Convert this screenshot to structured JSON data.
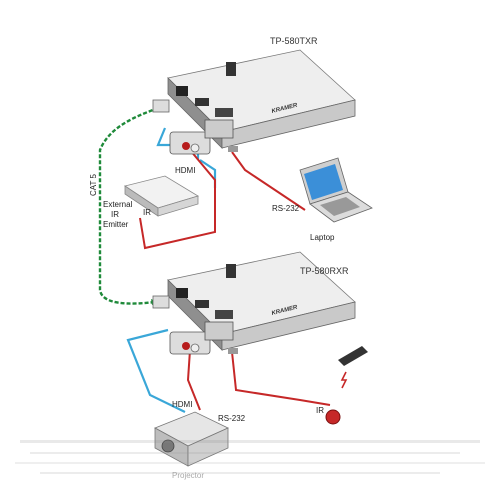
{
  "labels": {
    "tx_device": "TP-580TXR",
    "rx_device": "TP-580RXR",
    "cat5": "CAT 5",
    "hdmi_top": "HDMI",
    "hdmi_bottom": "HDMI",
    "ir_top": "IR",
    "ir_bottom": "IR",
    "rs232_top": "RS-232",
    "rs232_bottom": "RS-232",
    "laptop": "Laptop",
    "emitter_line1": "External",
    "emitter_line2": "IR",
    "emitter_line3": "Emitter",
    "projector": "Projector",
    "brand": "KRAMER"
  },
  "colors": {
    "cat5_cable": "#1f8a3a",
    "hdmi_cable": "#3aa7d8",
    "rs232_cable": "#c62828",
    "device_top": "#eeeeee",
    "device_front": "#c9c9c9",
    "device_side": "#8f8f8f"
  }
}
